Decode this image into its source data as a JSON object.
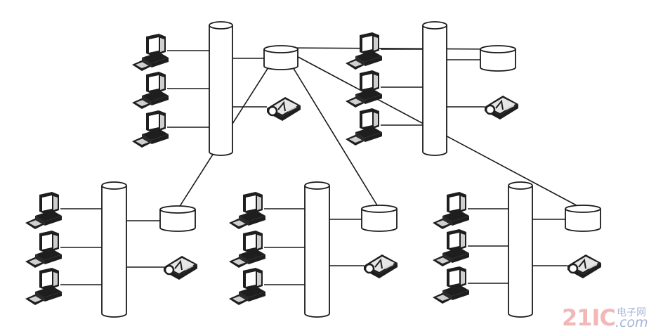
{
  "diagram": {
    "type": "network-topology",
    "colors": {
      "stroke": "#1a1a1a",
      "fill": "#ffffff",
      "device_dark": "#1e1e1e",
      "device_light": "#d8d8d8"
    },
    "segments": [
      {
        "id": "top-left",
        "workstations": 3,
        "has_server_disk": true,
        "disk_role": "central-hub",
        "has_printer": true
      },
      {
        "id": "top-right",
        "workstations": 3,
        "has_server_disk": true,
        "has_printer": true
      },
      {
        "id": "bottom-left",
        "workstations": 3,
        "has_server_disk": true,
        "has_printer": true
      },
      {
        "id": "bottom-middle",
        "workstations": 3,
        "has_server_disk": true,
        "has_printer": true
      },
      {
        "id": "bottom-right",
        "workstations": 3,
        "has_server_disk": true,
        "has_printer": true
      }
    ],
    "links": [
      {
        "from": "top-left",
        "to": "top-right"
      },
      {
        "from": "top-left",
        "to": "bottom-left"
      },
      {
        "from": "top-left",
        "to": "bottom-middle"
      },
      {
        "from": "top-left",
        "to": "bottom-right"
      }
    ]
  },
  "watermark": {
    "number": "21IC",
    "chinese": "电子网",
    "domain": ".com",
    "color": "#f2b8b8",
    "secondary_color": "#a9b4d8"
  }
}
